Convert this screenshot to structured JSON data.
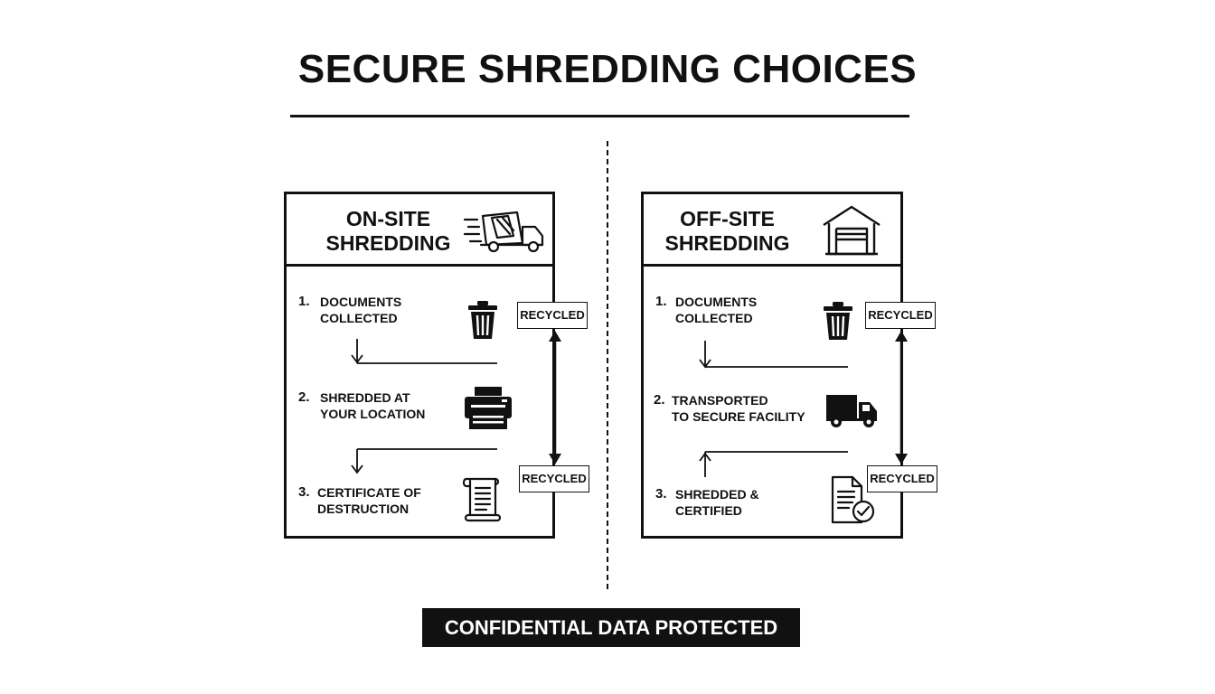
{
  "title": "SECURE SHREDDING CHOICES",
  "footer": "CONFIDENTIAL DATA PROTECTED",
  "onsite": {
    "title_line1": "ON-SITE",
    "title_line2": "SHREDDING",
    "header_icon": "shredding-truck-icon",
    "steps": [
      {
        "num": "1.",
        "line1": "DOCUMENTS",
        "line2": "COLLECTED",
        "icon": "trash-bin-icon"
      },
      {
        "num": "2.",
        "line1": "SHREDDED AT",
        "line2": "YOUR LOCATION",
        "icon": "shredder-icon"
      },
      {
        "num": "3.",
        "line1": "CERTIFICATE OF",
        "line2": "DESTRUCTION",
        "icon": "certificate-scroll-icon"
      }
    ],
    "badges": [
      "RECYCLED",
      "RECYCLED"
    ]
  },
  "offsite": {
    "title_line1": "OFF-SITE",
    "title_line2": "SHREDDING",
    "header_icon": "warehouse-icon",
    "steps": [
      {
        "num": "1.",
        "line1": "DOCUMENTS",
        "line2": "COLLECTED",
        "icon": "trash-bin-icon"
      },
      {
        "num": "2.",
        "line1": "TRANSPORTED",
        "line2": "TO SECURE FACILITY",
        "icon": "delivery-truck-icon"
      },
      {
        "num": "3.",
        "line1": "SHREDDED &",
        "line2": "CERTIFIED",
        "icon": "certified-document-icon"
      }
    ],
    "badges": [
      "RECYCLED",
      "RECYCLED"
    ]
  }
}
